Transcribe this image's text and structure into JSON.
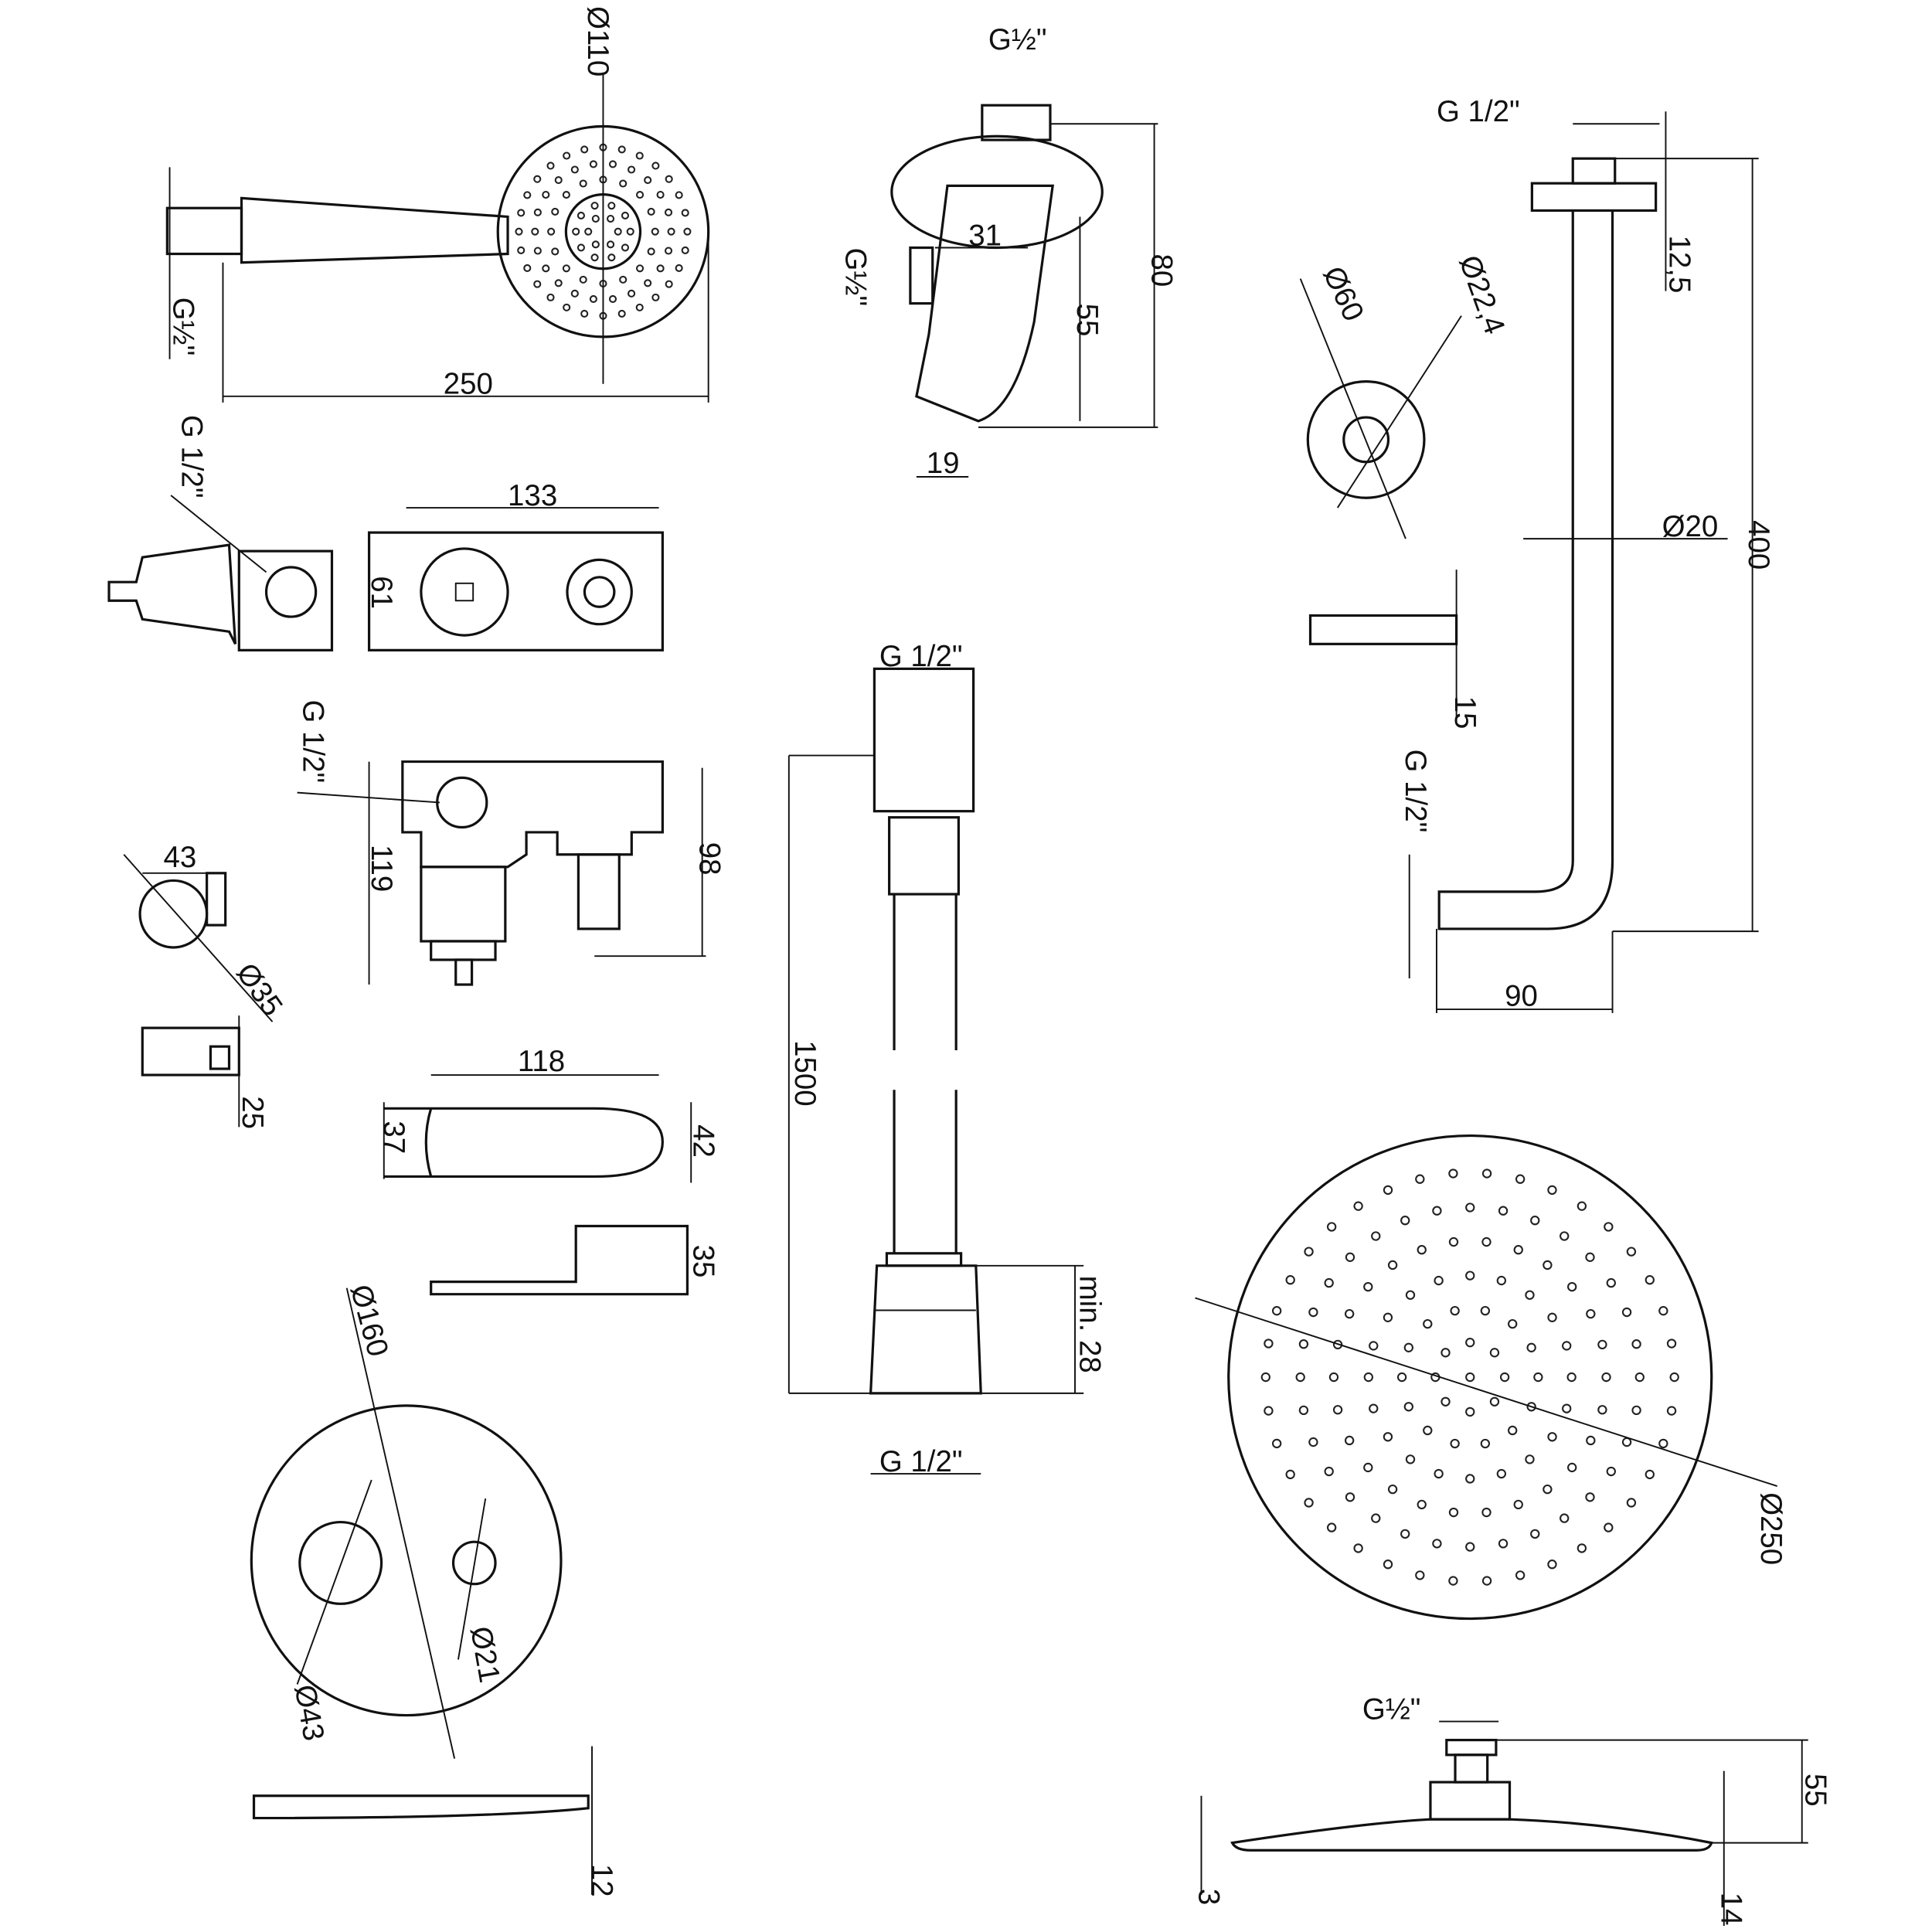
{
  "drawing": {
    "hand_shower": {
      "diameter": "Ø110",
      "thread": "G½\"",
      "length": "250"
    },
    "wall_outlet_holder": {
      "thread_top": "G½\"",
      "width": "31",
      "thread_side": "G½\"",
      "height": "80",
      "inner_height": "55",
      "bottom": "19"
    },
    "shower_arm": {
      "thread": "G 1/2\"",
      "flange_thickness": "12,5",
      "height": "400",
      "pipe_diameter": "Ø20",
      "thread_bottom": "G 1/2\"",
      "projection": "90"
    },
    "arm_flange": {
      "outer_diameter": "Ø60",
      "inner_diameter": "Ø22,4",
      "depth": "15"
    },
    "diverter_body": {
      "thread": "G 1/2\"",
      "width": "133",
      "height": "61"
    },
    "mixer_body": {
      "thread": "G 1/2\"",
      "height": "119",
      "inner_height": "98"
    },
    "knob": {
      "width": "43",
      "diameter": "Ø35",
      "depth": "25"
    },
    "handle": {
      "length": "118",
      "height_left": "37",
      "height_right": "42",
      "depth": "35"
    },
    "hose": {
      "thread_top": "G 1/2\"",
      "length": "1500",
      "min_length": "min. 28",
      "thread_bottom": "G 1/2\""
    },
    "cover_plate": {
      "diameter": "Ø160",
      "small_hole": "Ø21",
      "large_hole": "Ø43",
      "thickness": "12"
    },
    "rain_shower": {
      "diameter": "Ø250",
      "thread": "G½\"",
      "height": "55",
      "edge": "3",
      "thickness": "14"
    }
  }
}
